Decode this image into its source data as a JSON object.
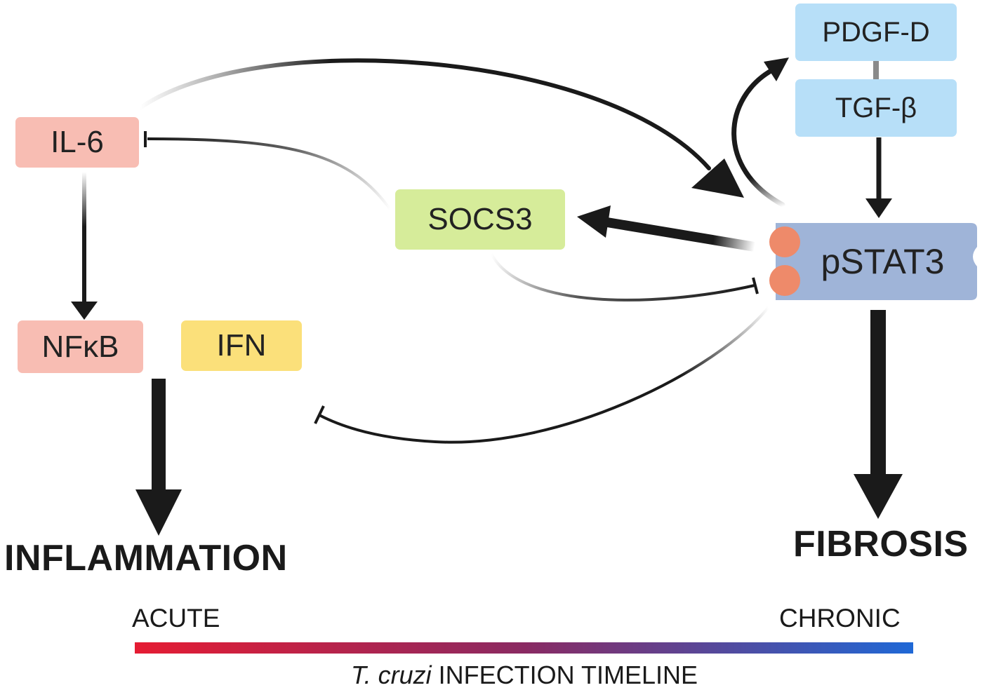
{
  "nodes": {
    "il6": {
      "label": "IL-6",
      "color": "#f8bdb3"
    },
    "nfkb": {
      "label": "NFκB",
      "color": "#f8bdb3"
    },
    "ifn": {
      "label": "IFN",
      "color": "#fbe07a"
    },
    "socs3": {
      "label": "SOCS3",
      "color": "#d6ec9a"
    },
    "pdgfd": {
      "label": "PDGF-D",
      "color": "#b7dff8"
    },
    "tgfb": {
      "label": "TGF-β",
      "color": "#b7dff8"
    },
    "pstat3": {
      "label": "pSTAT3",
      "color": "#9fb4d8",
      "dot_color": "#ee8a6a"
    }
  },
  "outcomes": {
    "inflammation": "INFLAMMATION",
    "fibrosis": "FIBROSIS"
  },
  "timeline": {
    "start_label": "ACUTE",
    "end_label": "CHRONIC",
    "species": "T. cruzi",
    "caption": "INFECTION TIMELINE",
    "start_color": "#e51c33",
    "end_color": "#1f68d6"
  },
  "edges": [
    {
      "from": "IL-6",
      "to": "pSTAT3",
      "type": "activation"
    },
    {
      "from": "pSTAT3",
      "to": "PDGF-D",
      "type": "activation"
    },
    {
      "from": "TGF-β",
      "to": "pSTAT3",
      "type": "activation"
    },
    {
      "from": "pSTAT3",
      "to": "SOCS3",
      "type": "activation"
    },
    {
      "from": "SOCS3",
      "to": "IL-6",
      "type": "inhibition"
    },
    {
      "from": "SOCS3",
      "to": "pSTAT3",
      "type": "inhibition"
    },
    {
      "from": "pSTAT3",
      "to": "IFN",
      "type": "inhibition"
    },
    {
      "from": "IL-6",
      "to": "NFκB",
      "type": "activation"
    },
    {
      "from": "NFκB",
      "to": "INFLAMMATION",
      "type": "activation"
    },
    {
      "from": "pSTAT3",
      "to": "FIBROSIS",
      "type": "activation"
    },
    {
      "from": "PDGF-D",
      "to": "TGF-β",
      "type": "link"
    }
  ]
}
